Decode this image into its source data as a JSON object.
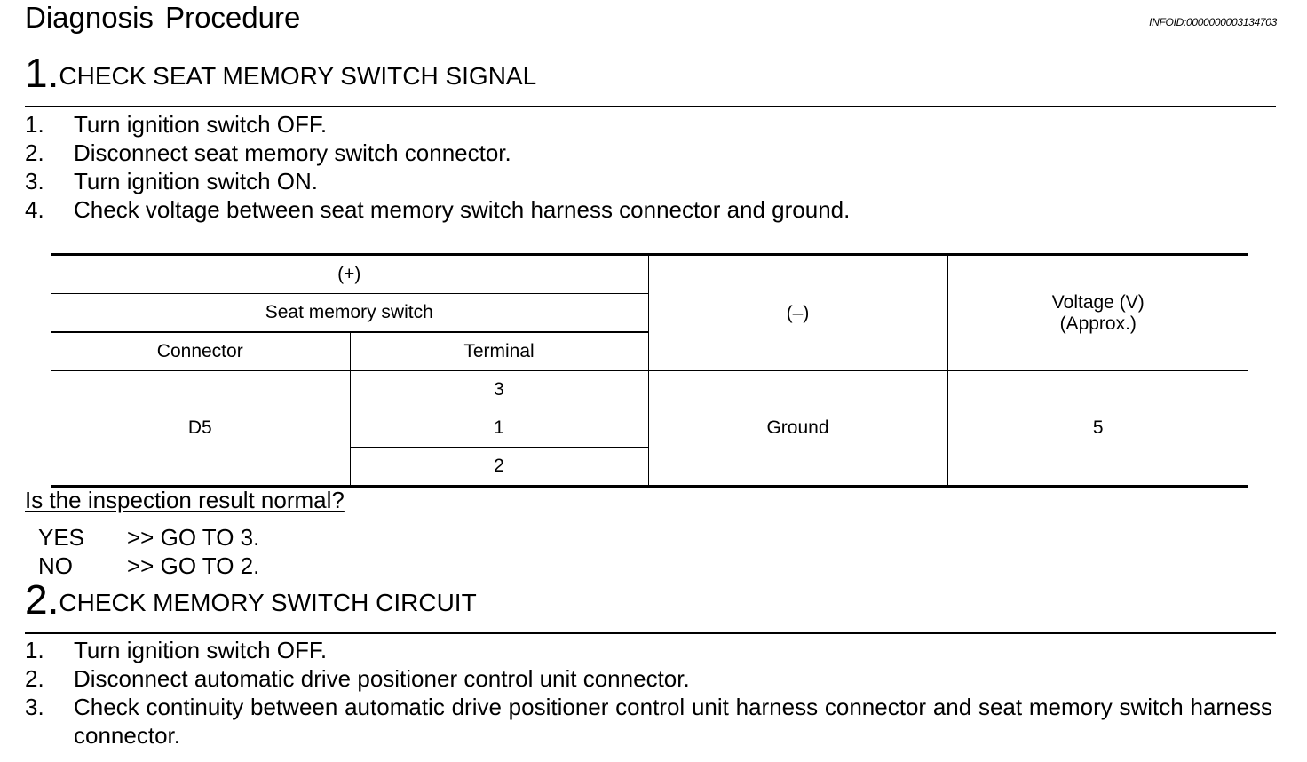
{
  "header": {
    "title": "Diagnosis  Procedure",
    "info_id": "INFOID:0000000003134703"
  },
  "step1": {
    "number": "1.",
    "title": "CHECK SEAT MEMORY SWITCH SIGNAL",
    "items": [
      {
        "n": "1.",
        "text": "Turn ignition switch OFF."
      },
      {
        "n": "2.",
        "text": "Disconnect seat memory switch connector."
      },
      {
        "n": "3.",
        "text": "Turn ignition switch ON."
      },
      {
        "n": "4.",
        "text": "Check voltage between seat memory switch harness connector and ground."
      }
    ]
  },
  "table": {
    "plus": "(+)",
    "component": "Seat memory switch",
    "connector_header": "Connector",
    "terminal_header": "Terminal",
    "minus": "(–)",
    "voltage_header": "Voltage (V)",
    "voltage_sub": "(Approx.)",
    "connector": "D5",
    "terminals": [
      "3",
      "1",
      "2"
    ],
    "ground": "Ground",
    "voltage": "5"
  },
  "result": {
    "question": "Is the inspection result normal?",
    "yes_label": "YES",
    "yes_action": ">> GO TO 3.",
    "no_label": "NO",
    "no_action": ">> GO TO 2."
  },
  "step2": {
    "number": "2.",
    "title": "CHECK MEMORY SWITCH CIRCUIT",
    "items": [
      {
        "n": "1.",
        "text": "Turn ignition switch OFF."
      },
      {
        "n": "2.",
        "text": "Disconnect automatic drive positioner control unit connector."
      },
      {
        "n": "3.",
        "text": "Check continuity between automatic drive positioner control unit harness connector and seat memory switch harness connector."
      }
    ]
  }
}
